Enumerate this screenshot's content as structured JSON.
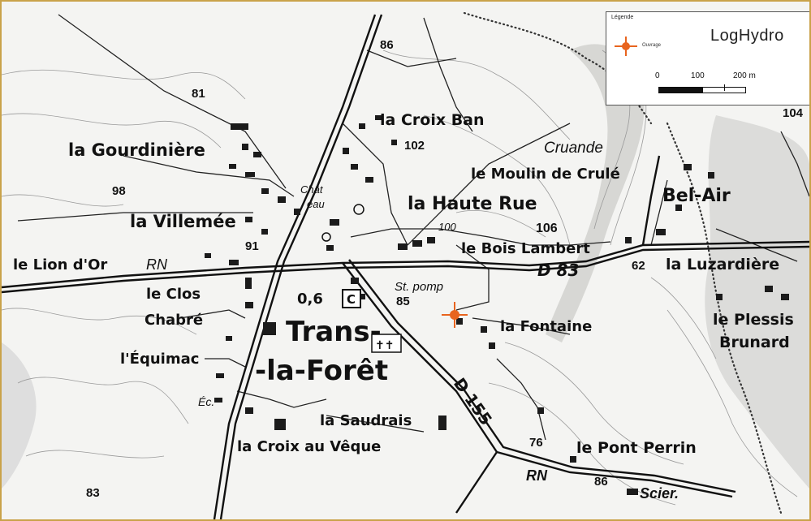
{
  "legend": {
    "title": "Légende",
    "item": "Ouvrage",
    "logo": "LogHydro",
    "scale_0": "0",
    "scale_100": "100",
    "scale_200": "200 m"
  },
  "places": {
    "gourdiniere": "la Gourdinière",
    "villemee": "la Villemée",
    "lion_dor": "le Lion d'Or",
    "rn_west": "RN",
    "clos": "le Clos",
    "chabre": "Chabré",
    "equimac": "l'Équimac",
    "ec": "Éc.",
    "chat": "Chât",
    "eau": "eau",
    "croix_ban": "la Croix Ban",
    "haute_rue": "la Haute Rue",
    "moulin": "le Moulin de Crulé",
    "cruande": "Cruande",
    "bel_air": "Bel-Air",
    "bois_lambert": "le Bois Lambert",
    "d83": "D 83",
    "luzardiere": "la Luzardière",
    "st_pomp": "St. pomp",
    "fontaine": "la Fontaine",
    "plessis": "le Plessis",
    "brunard": "Brunard",
    "trans": "Trans-",
    "foret": "-la-Forêt",
    "d155": "D 155",
    "saudrais": "la Saudrais",
    "croix_veque": "la Croix au Vêque",
    "pont_perrin": "le Pont Perrin",
    "rn_south": "RN",
    "scier": "Scier.",
    "c_box": "C",
    "v06": "0,6",
    "crosses": "✝✝"
  },
  "elevations": {
    "e86_top": "86",
    "e81": "81",
    "e98": "98",
    "e102": "102",
    "e106": "106",
    "e100": "100",
    "e91": "91",
    "e85": "85",
    "e62": "62",
    "e104": "104",
    "e76": "76",
    "e86_bottom": "86",
    "e83": "83"
  },
  "colors": {
    "marker": "#e8641e",
    "frame": "#c9a24a",
    "ink": "#111111"
  }
}
